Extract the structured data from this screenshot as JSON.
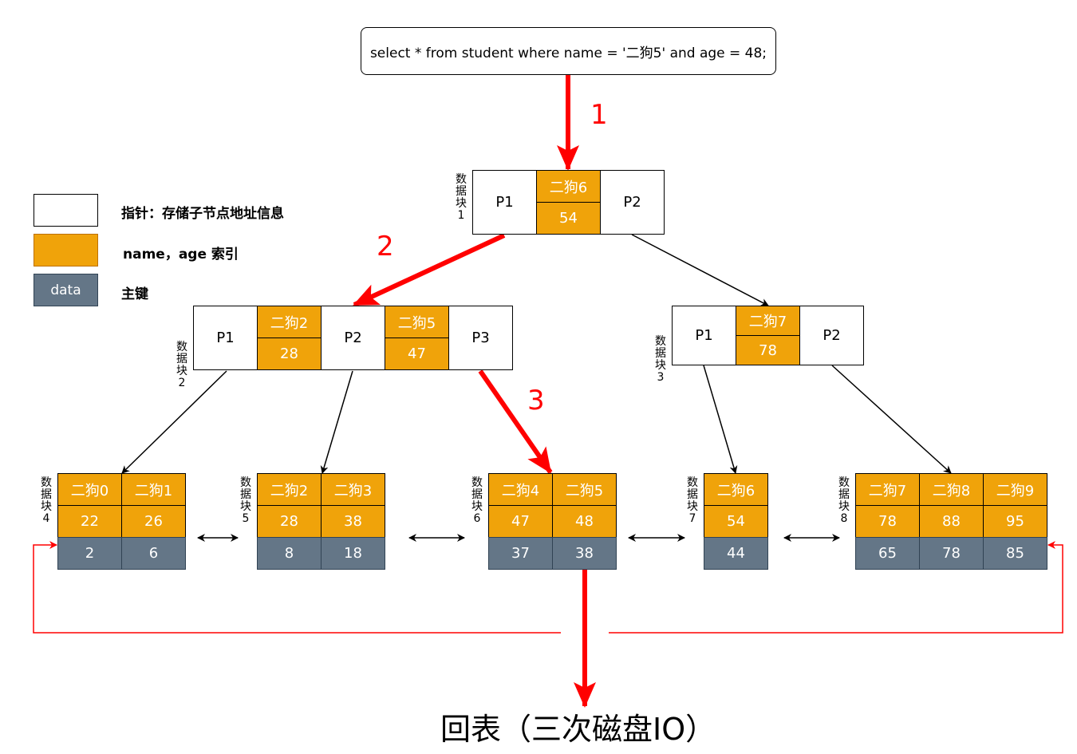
{
  "query": "select * from student where name = '二狗5' and age = 48;",
  "steps": [
    "1",
    "2",
    "3"
  ],
  "legend": [
    {
      "label": "指针：存储子节点地址信息",
      "swatch": "",
      "color": "#ffffff"
    },
    {
      "label": "name，age 索引",
      "swatch": "",
      "color": "#f0a30a"
    },
    {
      "label": "主键",
      "swatch": "data",
      "color": "#647687"
    }
  ],
  "colors": {
    "pointer": "#ffffff",
    "index": "#f0a30a",
    "primary_key": "#647687",
    "arrow": "#ff0000"
  },
  "block_label": "数据块",
  "internal_blocks": [
    {
      "id": 1,
      "pointers": [
        "P1",
        "P2"
      ],
      "keys": [
        {
          "name": "二狗6",
          "age": "54"
        }
      ]
    },
    {
      "id": 2,
      "pointers": [
        "P1",
        "P2",
        "P3"
      ],
      "keys": [
        {
          "name": "二狗2",
          "age": "28"
        },
        {
          "name": "二狗5",
          "age": "47"
        }
      ]
    },
    {
      "id": 3,
      "pointers": [
        "P1",
        "P2"
      ],
      "keys": [
        {
          "name": "二狗7",
          "age": "78"
        }
      ]
    }
  ],
  "leaf_blocks": [
    {
      "id": 4,
      "entries": [
        {
          "name": "二狗0",
          "age": "22",
          "pk": "2"
        },
        {
          "name": "二狗1",
          "age": "26",
          "pk": "6"
        }
      ]
    },
    {
      "id": 5,
      "entries": [
        {
          "name": "二狗2",
          "age": "28",
          "pk": "8"
        },
        {
          "name": "二狗3",
          "age": "38",
          "pk": "18"
        }
      ]
    },
    {
      "id": 6,
      "entries": [
        {
          "name": "二狗4",
          "age": "47",
          "pk": "37"
        },
        {
          "name": "二狗5",
          "age": "48",
          "pk": "38"
        }
      ]
    },
    {
      "id": 7,
      "entries": [
        {
          "name": "二狗6",
          "age": "54",
          "pk": "44"
        }
      ]
    },
    {
      "id": 8,
      "entries": [
        {
          "name": "二狗7",
          "age": "78",
          "pk": "65"
        },
        {
          "name": "二狗8",
          "age": "88",
          "pk": "78"
        },
        {
          "name": "二狗9",
          "age": "95",
          "pk": "85"
        }
      ]
    }
  ],
  "footer": "回表（三次磁盘IO）"
}
